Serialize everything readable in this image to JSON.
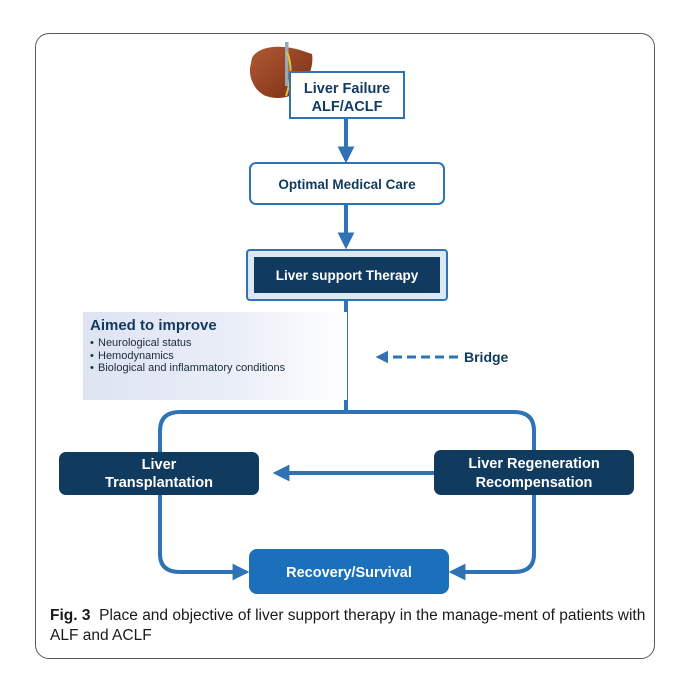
{
  "nodes": {
    "liver_failure": [
      "Liver Failure",
      "ALF/ACLF"
    ],
    "optimal_care": "Optimal Medical Care",
    "support_therapy": "Liver support Therapy",
    "transplantation": [
      "Liver",
      "Transplantation"
    ],
    "regeneration": [
      "Liver Regeneration",
      "Recompensation"
    ],
    "recovery": "Recovery/Survival"
  },
  "bridge_label": "Bridge",
  "aimed": {
    "title": "Aimed to improve",
    "items": [
      "Neurological status",
      "Hemodynamics",
      "Biological and inflammatory conditions"
    ]
  },
  "caption": {
    "label": "Fig. 3",
    "text": "Place and objective of liver support therapy in the manage-ment of patients with ALF and ACLF"
  },
  "colors": {
    "arrow": "#2f73b5",
    "dark_box": "#103a5e",
    "light_box_border": "#2f73b5",
    "recovery_box": "#1b6fbb",
    "liver": "#8b3a1e"
  },
  "icons": {
    "liver": "liver-icon"
  }
}
